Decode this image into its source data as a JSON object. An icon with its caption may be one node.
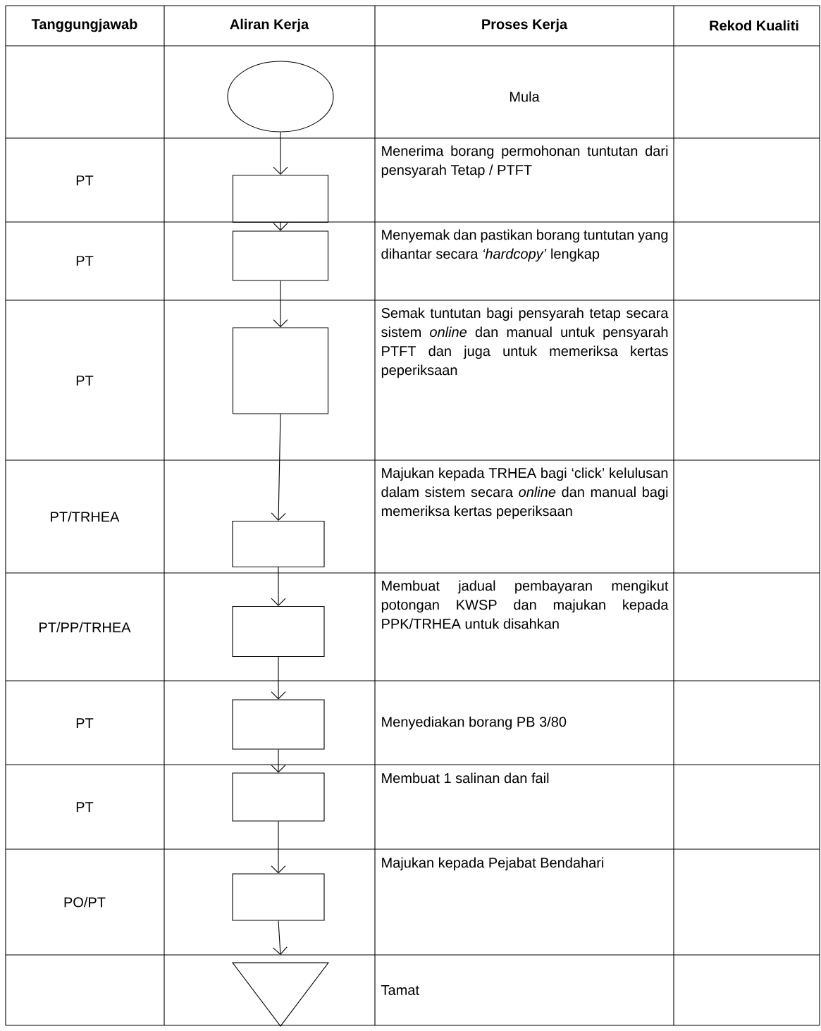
{
  "diagram": {
    "nodes": [
      {
        "text": [],
        "shape": "ellipse"
      },
      {
        "text": [],
        "shape": "box"
      },
      {
        "text": [],
        "shape": "box"
      },
      {
        "text": [],
        "shape": "box"
      },
      {
        "text": [],
        "shape": "box"
      },
      {
        "text": [],
        "shape": "box"
      },
      {
        "text": [],
        "shape": "box"
      },
      {
        "text": [],
        "shape": "box"
      },
      {
        "text": [],
        "shape": "box"
      },
      {
        "text": [],
        "shape": "triangle"
      }
    ],
    "edges": [
      {
        "from": 0,
        "to": 1,
        "arrow": "to"
      },
      {
        "from": 1,
        "to": 2,
        "arrow": "to"
      },
      {
        "from": 2,
        "to": 3,
        "arrow": "to"
      },
      {
        "from": 3,
        "to": 4,
        "arrow": "to"
      },
      {
        "from": 4,
        "to": 5,
        "arrow": "to"
      },
      {
        "from": 5,
        "to": 6,
        "arrow": "to"
      },
      {
        "from": 6,
        "to": 7,
        "arrow": "to"
      },
      {
        "from": 7,
        "to": 8,
        "arrow": "to"
      },
      {
        "from": 8,
        "to": 9,
        "arrow": "to"
      }
    ],
    "labels": [
      "Tanggungjawab",
      "Aliran Kerja",
      "Proses Kerja",
      "Rekod Kualiti",
      "Mula",
      "PT",
      "Menerima borang permohonan tuntutan dari pensyarah Tetap / PTFT",
      "PT",
      "Menyemak dan pastikan borang tuntutan yang dihantar secara *‘hardcopy’* lengkap",
      "PT",
      "Semak tuntutan bagi pensyarah tetap secara sistem *online* dan manual untuk pensyarah PTFT dan juga untuk memeriksa kertas peperiksaan",
      "PT/TRHEA",
      "Majukan kepada TRHEA bagi ‘click’ kelulusan dalam sistem secara *online* dan manual bagi memeriksa kertas peperiksaan",
      "PT/PP/TRHEA",
      "Membuat jadual pembayaran mengikut potongan KWSP dan majukan kepada PPK/TRHEA untuk disahkan",
      "PT",
      "Menyediakan borang PB 3/80",
      "PT",
      "Membuat 1 salinan dan fail",
      "PO/PT",
      "Majukan kepada Pejabat Bendahari",
      "Tamat"
    ]
  }
}
